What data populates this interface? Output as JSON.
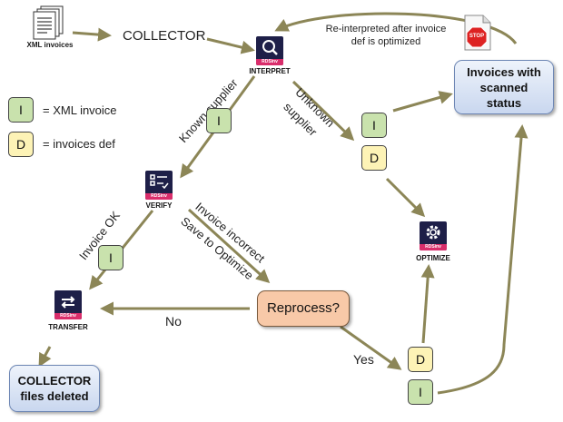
{
  "nodes": {
    "xml_invoices": "XML invoices",
    "collector": "COLLECTOR",
    "interpret": "INTERPRET",
    "verify": "VERIFY",
    "transfer": "TRANSFER",
    "optimize": "OPTIMIZE",
    "reprocess": "Reprocess?",
    "scanned_status": "Invoices with scanned status",
    "files_deleted": "COLLECTOR files deleted",
    "app_badge": "RDSinv",
    "stop_sign": "STOP"
  },
  "legend": {
    "i_tile": "I",
    "i_text": "= XML invoice",
    "d_tile": "D",
    "d_text": "= invoices def"
  },
  "tiles": {
    "known_i": "I",
    "unknown_i": "I",
    "unknown_d": "D",
    "ok_i": "I",
    "yes_d": "D",
    "yes_i": "I"
  },
  "edges": {
    "reinterpreted": "Re-interpreted after invoice def is optimized",
    "reinterpreted_line1": "Re-interpreted after invoice",
    "reinterpreted_line2": "def is optimized",
    "known_supplier": "Known supplier",
    "unknown_supplier_line1": "Unknown",
    "unknown_supplier_line2": "supplier",
    "invoice_ok": "Invoice OK",
    "invoice_incorrect": "Invoice incorrect",
    "save_to_optimize": "Save to Optimize",
    "no": "No",
    "yes": "Yes"
  },
  "colors": {
    "arrow": "#8c8657",
    "xml_tile": "#c9e2ad",
    "def_tile": "#fdf3b6",
    "reprocess_fill": "#f8c9a8",
    "status_box": "#c9d7ef",
    "app_icon": "#1e1f48",
    "app_accent": "#d92d6b"
  }
}
